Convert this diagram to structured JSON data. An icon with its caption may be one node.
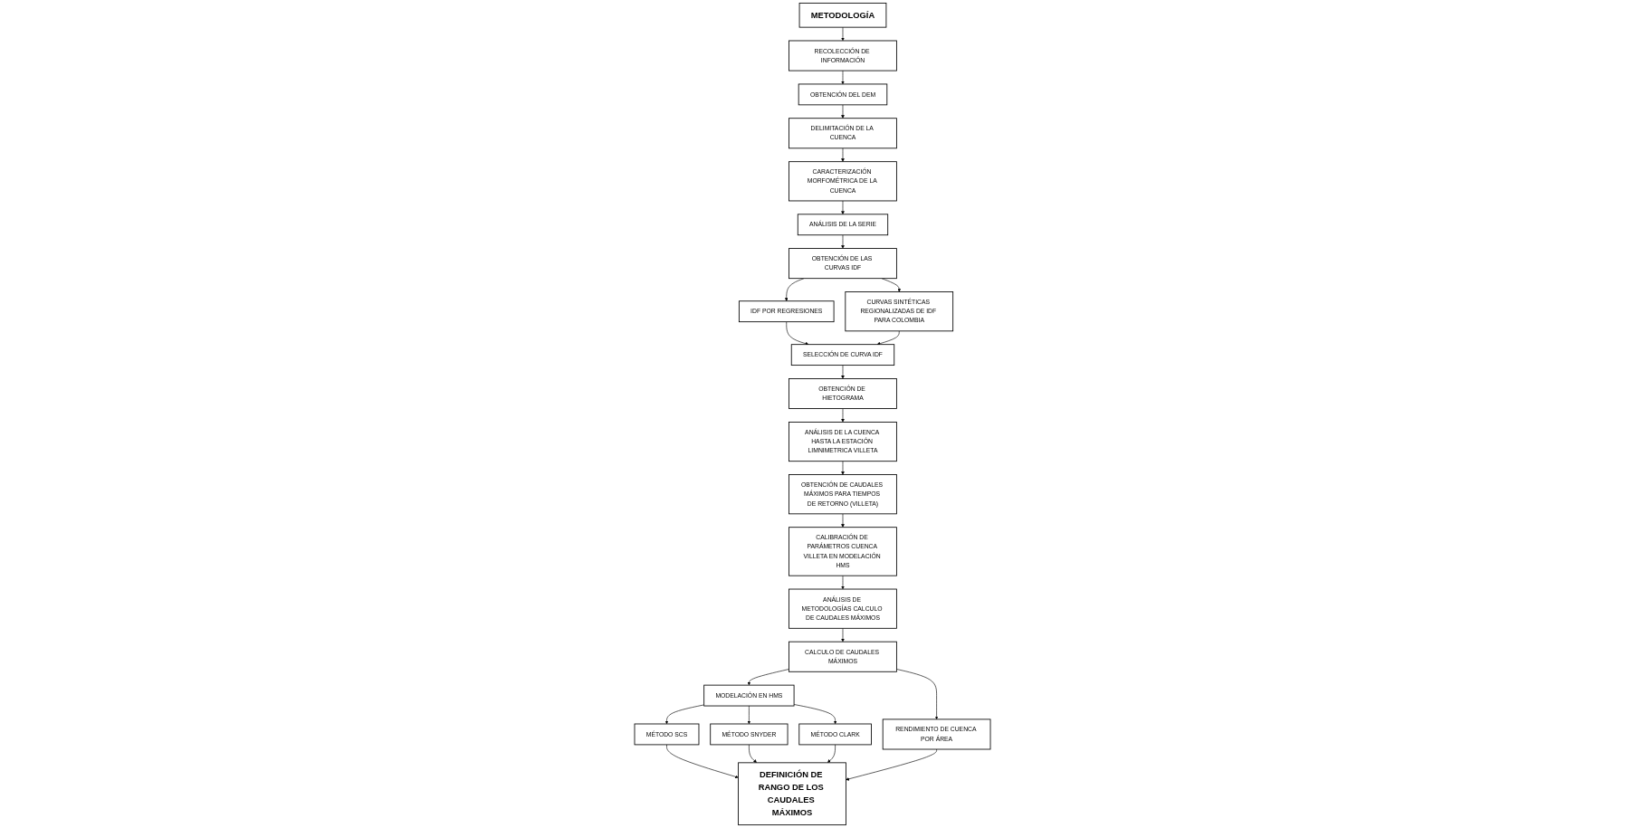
{
  "diagram": {
    "nodes": [
      {
        "text": [
          "METODOLOGÍA"
        ]
      },
      {
        "text": [
          "RECOLECCIÓN DE INFORMACIÓN"
        ]
      },
      {
        "text": [
          "OBTENCIÓN DEL DEM"
        ]
      },
      {
        "text": [
          "DELIMITACIÓN DE LA CUENCA"
        ]
      },
      {
        "text": [
          "CARACTERIZACIÓN MORFOMÉTRICA DE LA CUENCA"
        ]
      },
      {
        "text": [
          "ANÁLISIS DE LA SERIE"
        ]
      },
      {
        "text": [
          "OBTENCIÓN DE LAS CURVAS IDF"
        ]
      },
      {
        "text": [
          "IDF POR REGRESIONES"
        ]
      },
      {
        "text": [
          "CURVAS SINTÉTICAS REGIONALIZADAS DE IDF PARA COLOMBIA"
        ]
      },
      {
        "text": [
          "SELECCIÓN DE CURVA IDF"
        ]
      },
      {
        "text": [
          "OBTENCIÓN DE HIETOGRAMA"
        ]
      },
      {
        "text": [
          "ANÁLISIS DE LA CUENCA HASTA LA ESTACIÓN LIMNIMETRICA VILLETA"
        ]
      },
      {
        "text": [
          "OBTENCIÓN DE CAUDALES MÁXIMOS PARA TIEMPOS DE RETORNO (VILLETA)"
        ]
      },
      {
        "text": [
          "CALIBRACIÓN DE PARÁMETROS CUENCA VILLETA EN MODELACIÓN HMS"
        ]
      },
      {
        "text": [
          "ANÁLISIS DE METODOLOGÍAS CALCULO DE CAUDALES MÁXIMOS"
        ]
      },
      {
        "text": [
          "CALCULO DE CAUDALES MÁXIMOS"
        ]
      },
      {
        "text": [
          "RENDIMIENTO DE CUENCA POR ÁREA"
        ]
      },
      {
        "text": [
          "MODELACIÓN EN HMS"
        ]
      },
      {
        "text": [
          "MÉTODO SCS"
        ]
      },
      {
        "text": [
          "MÉTODO SNYDER"
        ]
      },
      {
        "text": [
          "MÉTODO CLARK"
        ]
      },
      {
        "text": [
          "DEFINICIÓN DE RANGO DE LOS CAUDALES MÁXIMOS"
        ]
      }
    ],
    "edges": [
      {
        "from": 0,
        "to": 1,
        "arrow": "to"
      },
      {
        "from": 1,
        "to": 2,
        "arrow": "to"
      },
      {
        "from": 2,
        "to": 3,
        "arrow": "to"
      },
      {
        "from": 3,
        "to": 4,
        "arrow": "to"
      },
      {
        "from": 4,
        "to": 5,
        "arrow": "to"
      },
      {
        "from": 5,
        "to": 6,
        "arrow": "to"
      },
      {
        "from": 6,
        "to": 7,
        "arrow": "to"
      },
      {
        "from": 6,
        "to": 8,
        "arrow": "to"
      },
      {
        "from": 7,
        "to": 9,
        "arrow": "to"
      },
      {
        "from": 8,
        "to": 9,
        "arrow": "to"
      },
      {
        "from": 9,
        "to": 10,
        "arrow": "to"
      },
      {
        "from": 10,
        "to": 11,
        "arrow": "to"
      },
      {
        "from": 11,
        "to": 12,
        "arrow": "to"
      },
      {
        "from": 12,
        "to": 13,
        "arrow": "to"
      },
      {
        "from": 13,
        "to": 14,
        "arrow": "to"
      },
      {
        "from": 14,
        "to": 15,
        "arrow": "to"
      },
      {
        "from": 15,
        "to": 16,
        "arrow": "to"
      },
      {
        "from": 15,
        "to": 17,
        "arrow": "to"
      },
      {
        "from": 17,
        "to": 18,
        "arrow": "to"
      },
      {
        "from": 17,
        "to": 19,
        "arrow": "to"
      },
      {
        "from": 17,
        "to": 20,
        "arrow": "to"
      },
      {
        "from": 18,
        "to": 21,
        "arrow": "to"
      },
      {
        "from": 19,
        "to": 21,
        "arrow": "to"
      },
      {
        "from": 20,
        "to": 21,
        "arrow": "to"
      },
      {
        "from": 16,
        "to": 21,
        "arrow": "to"
      }
    ]
  }
}
